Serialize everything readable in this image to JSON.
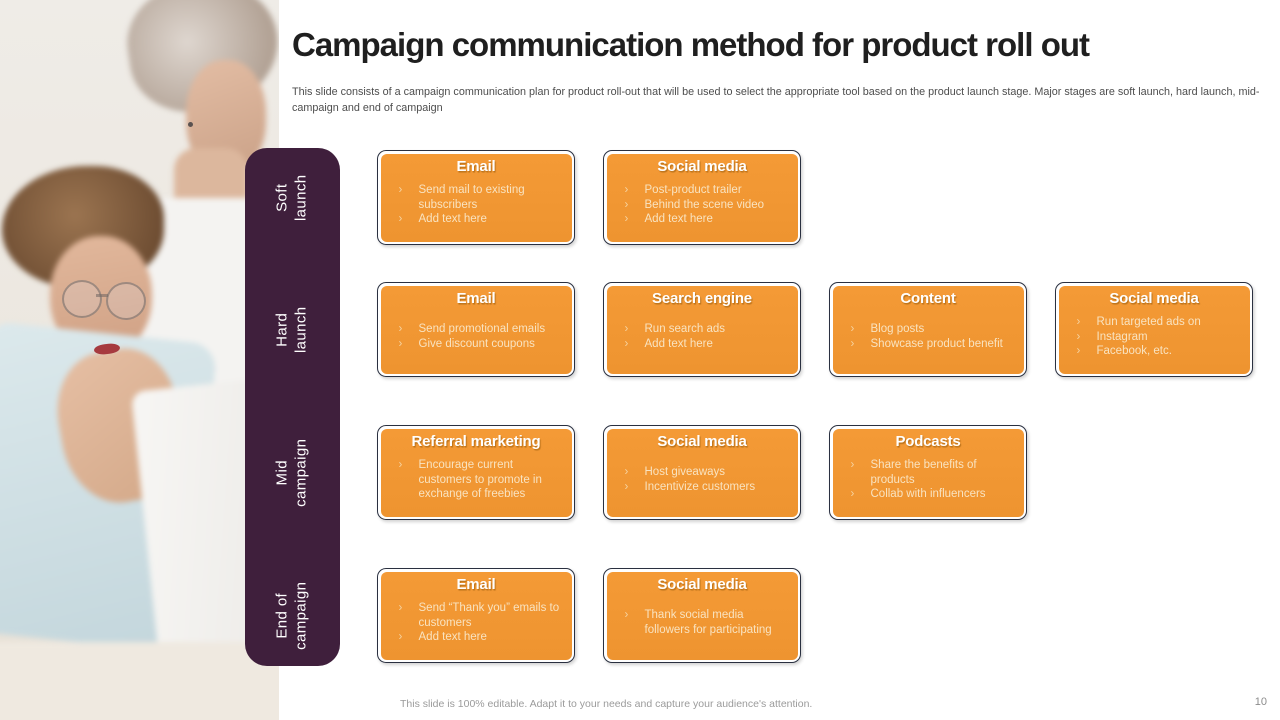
{
  "slide": {
    "title": "Campaign communication method for product roll out",
    "subtitle": "This slide consists of a campaign communication plan for product roll-out that will be used to select the appropriate tool based on the product launch stage. Major stages are soft launch, hard launch, mid-campaign and end of campaign",
    "footer": "This slide is 100% editable. Adapt it to your needs and capture your audience's attention.",
    "page_number": "10"
  },
  "bullet_char": "›",
  "colors": {
    "orange": "#F49A36",
    "orange_deep": "#EE9430",
    "purple": "#3F1F3C",
    "card_border": "#2A3040",
    "bullet_cream": "#F9E3C0",
    "bullet_marker": "#F6D3A0",
    "title_dark": "#1F1F1F",
    "body_gray": "#4D4D4D",
    "footer_gray": "#9B9B9B"
  },
  "stages": [
    {
      "label": "Soft\nlaunch",
      "cards": [
        {
          "title": "Email",
          "bullets": [
            "Send mail to existing subscribers",
            "Add text here"
          ]
        },
        {
          "title": "Social media",
          "bullets": [
            "Post-product trailer",
            "Behind the scene video",
            "Add text here"
          ]
        }
      ]
    },
    {
      "label": "Hard\nlaunch",
      "cards": [
        {
          "title": "Email",
          "bullets": [
            "Send promotional emails",
            "Give discount coupons"
          ]
        },
        {
          "title": "Search engine",
          "bullets": [
            "Run search ads",
            "Add text here"
          ]
        },
        {
          "title": "Content",
          "bullets": [
            "Blog posts",
            "Showcase product benefit"
          ]
        },
        {
          "title": "Social media",
          "bullets": [
            "Run targeted ads on",
            "Instagram",
            "Facebook, etc."
          ]
        }
      ]
    },
    {
      "label": "Mid\ncampaign",
      "cards": [
        {
          "title": "Referral marketing",
          "bullets": [
            "Encourage current customers to promote in exchange of freebies"
          ]
        },
        {
          "title": "Social media",
          "bullets": [
            "Host giveaways",
            "Incentivize customers"
          ]
        },
        {
          "title": "Podcasts",
          "bullets": [
            "Share the benefits of products",
            "Collab with influencers"
          ]
        }
      ]
    },
    {
      "label": "End of\ncampaign",
      "cards": [
        {
          "title": "Email",
          "bullets": [
            "Send “Thank you” emails to customers",
            "Add text here"
          ]
        },
        {
          "title": "Social media",
          "bullets": [
            "Thank social media followers for participating"
          ]
        }
      ]
    }
  ]
}
